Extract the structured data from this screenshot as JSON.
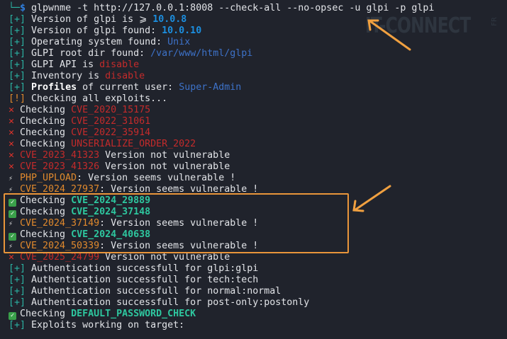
{
  "watermark": {
    "text": "IT-CONNECT",
    "suffix": "FR"
  },
  "colors": {
    "accent_highlight": "#e9953a",
    "bracket": "#2bb3a3",
    "error": "#c42b2b",
    "warning": "#e0892d",
    "success": "#2ec79f",
    "version": "#1c8fe0"
  },
  "lines": [
    [
      {
        "cls": "c-prompt",
        "text": "└─"
      },
      {
        "cls": "c-dollar",
        "text": "$ "
      },
      {
        "cls": "c-white",
        "text": "glpwnme -t http://127.0.0.1:8008 --check-all --no-opsec -u glpi -p glpi"
      }
    ],
    [
      {
        "cls": "c-cyan",
        "text": "[+] "
      },
      {
        "cls": "c-white",
        "text": "Version of glpi is ⩾ "
      },
      {
        "cls": "c-blue",
        "text": "10.0.8"
      }
    ],
    [
      {
        "cls": "c-cyan",
        "text": "[+] "
      },
      {
        "cls": "c-white",
        "text": "Version of glpi found: "
      },
      {
        "cls": "c-blue",
        "text": "10.0.10"
      }
    ],
    [
      {
        "cls": "c-cyan",
        "text": "[+] "
      },
      {
        "cls": "c-white",
        "text": "Operating system found: "
      },
      {
        "cls": "c-lblue",
        "text": "Unix"
      }
    ],
    [
      {
        "cls": "c-cyan",
        "text": "[+] "
      },
      {
        "cls": "c-white",
        "text": "GLPI root dir found: "
      },
      {
        "cls": "c-lblue",
        "text": "/var/www/html/glpi"
      }
    ],
    [
      {
        "cls": "c-cyan",
        "text": "[+] "
      },
      {
        "cls": "c-white",
        "text": "GLPI API is "
      },
      {
        "cls": "c-red",
        "text": "disable"
      }
    ],
    [
      {
        "cls": "c-cyan",
        "text": "[+] "
      },
      {
        "cls": "c-white",
        "text": "Inventory is "
      },
      {
        "cls": "c-red",
        "text": "disable"
      }
    ],
    [
      {
        "cls": "c-cyan",
        "text": "[+] "
      },
      {
        "cls": "c-bold",
        "text": "Profiles"
      },
      {
        "cls": "c-white",
        "text": " of current user: "
      },
      {
        "cls": "c-lblue",
        "text": "Super-Admin"
      }
    ],
    [
      {
        "cls": "c-orange",
        "text": "[!] "
      },
      {
        "cls": "c-white",
        "text": "Checking all exploits..."
      }
    ],
    [
      {
        "icon": "x"
      },
      {
        "cls": "c-white",
        "text": "Checking "
      },
      {
        "cls": "c-red",
        "text": "CVE_2020_15175"
      }
    ],
    [
      {
        "icon": "x"
      },
      {
        "cls": "c-white",
        "text": "Checking "
      },
      {
        "cls": "c-red",
        "text": "CVE_2022_31061"
      }
    ],
    [
      {
        "icon": "x"
      },
      {
        "cls": "c-white",
        "text": "Checking "
      },
      {
        "cls": "c-red",
        "text": "CVE_2022_35914"
      }
    ],
    [
      {
        "icon": "x"
      },
      {
        "cls": "c-white",
        "text": "Checking "
      },
      {
        "cls": "c-red",
        "text": "UNSERIALIZE_ORDER_2022"
      }
    ],
    [
      {
        "icon": "x"
      },
      {
        "cls": "c-red",
        "text": "CVE_2023_41323"
      },
      {
        "cls": "c-white",
        "text": " Version not vulnerable"
      }
    ],
    [
      {
        "icon": "x"
      },
      {
        "cls": "c-red",
        "text": "CVE_2023_41326"
      },
      {
        "cls": "c-white",
        "text": " Version not vulnerable"
      }
    ],
    [
      {
        "icon": "bolt"
      },
      {
        "cls": "c-orange",
        "text": "PHP_UPLOAD"
      },
      {
        "cls": "c-white",
        "text": ": Version seems vulnerable !"
      }
    ],
    [
      {
        "icon": "bolt"
      },
      {
        "cls": "c-orange",
        "text": "CVE_2024_27937"
      },
      {
        "cls": "c-white",
        "text": ": Version seems vulnerable !"
      }
    ],
    [
      {
        "icon": "check"
      },
      {
        "cls": "c-white",
        "text": "Checking "
      },
      {
        "cls": "c-green",
        "text": "CVE_2024_29889"
      }
    ],
    [
      {
        "icon": "check"
      },
      {
        "cls": "c-white",
        "text": "Checking "
      },
      {
        "cls": "c-green",
        "text": "CVE_2024_37148"
      }
    ],
    [
      {
        "icon": "bolt"
      },
      {
        "cls": "c-orange",
        "text": "CVE_2024_37149"
      },
      {
        "cls": "c-white",
        "text": ": Version seems vulnerable !"
      }
    ],
    [
      {
        "icon": "check"
      },
      {
        "cls": "c-white",
        "text": "Checking "
      },
      {
        "cls": "c-green",
        "text": "CVE_2024_40638"
      }
    ],
    [
      {
        "icon": "bolt"
      },
      {
        "cls": "c-orange",
        "text": "CVE_2024_50339"
      },
      {
        "cls": "c-white",
        "text": ": Version seems vulnerable !"
      }
    ],
    [
      {
        "icon": "x"
      },
      {
        "cls": "c-red",
        "text": "CVE_2025_24799"
      },
      {
        "cls": "c-white",
        "text": " Version not vulnerable"
      }
    ],
    [
      {
        "cls": "c-cyan",
        "text": "[+] "
      },
      {
        "cls": "c-white",
        "text": "Authentication successfull for glpi:glpi"
      }
    ],
    [
      {
        "cls": "c-cyan",
        "text": "[+] "
      },
      {
        "cls": "c-white",
        "text": "Authentication successfull for tech:tech"
      }
    ],
    [
      {
        "cls": "c-cyan",
        "text": "[+] "
      },
      {
        "cls": "c-white",
        "text": "Authentication successfull for normal:normal"
      }
    ],
    [
      {
        "cls": "c-cyan",
        "text": "[+] "
      },
      {
        "cls": "c-white",
        "text": "Authentication successfull for post-only:postonly"
      }
    ],
    [
      {
        "icon": "check"
      },
      {
        "cls": "c-white",
        "text": "Checking "
      },
      {
        "cls": "c-green",
        "text": "DEFAULT_PASSWORD_CHECK"
      }
    ],
    [
      {
        "cls": "c-cyan",
        "text": "[+] "
      },
      {
        "cls": "c-white",
        "text": "Exploits working on target:"
      }
    ]
  ]
}
